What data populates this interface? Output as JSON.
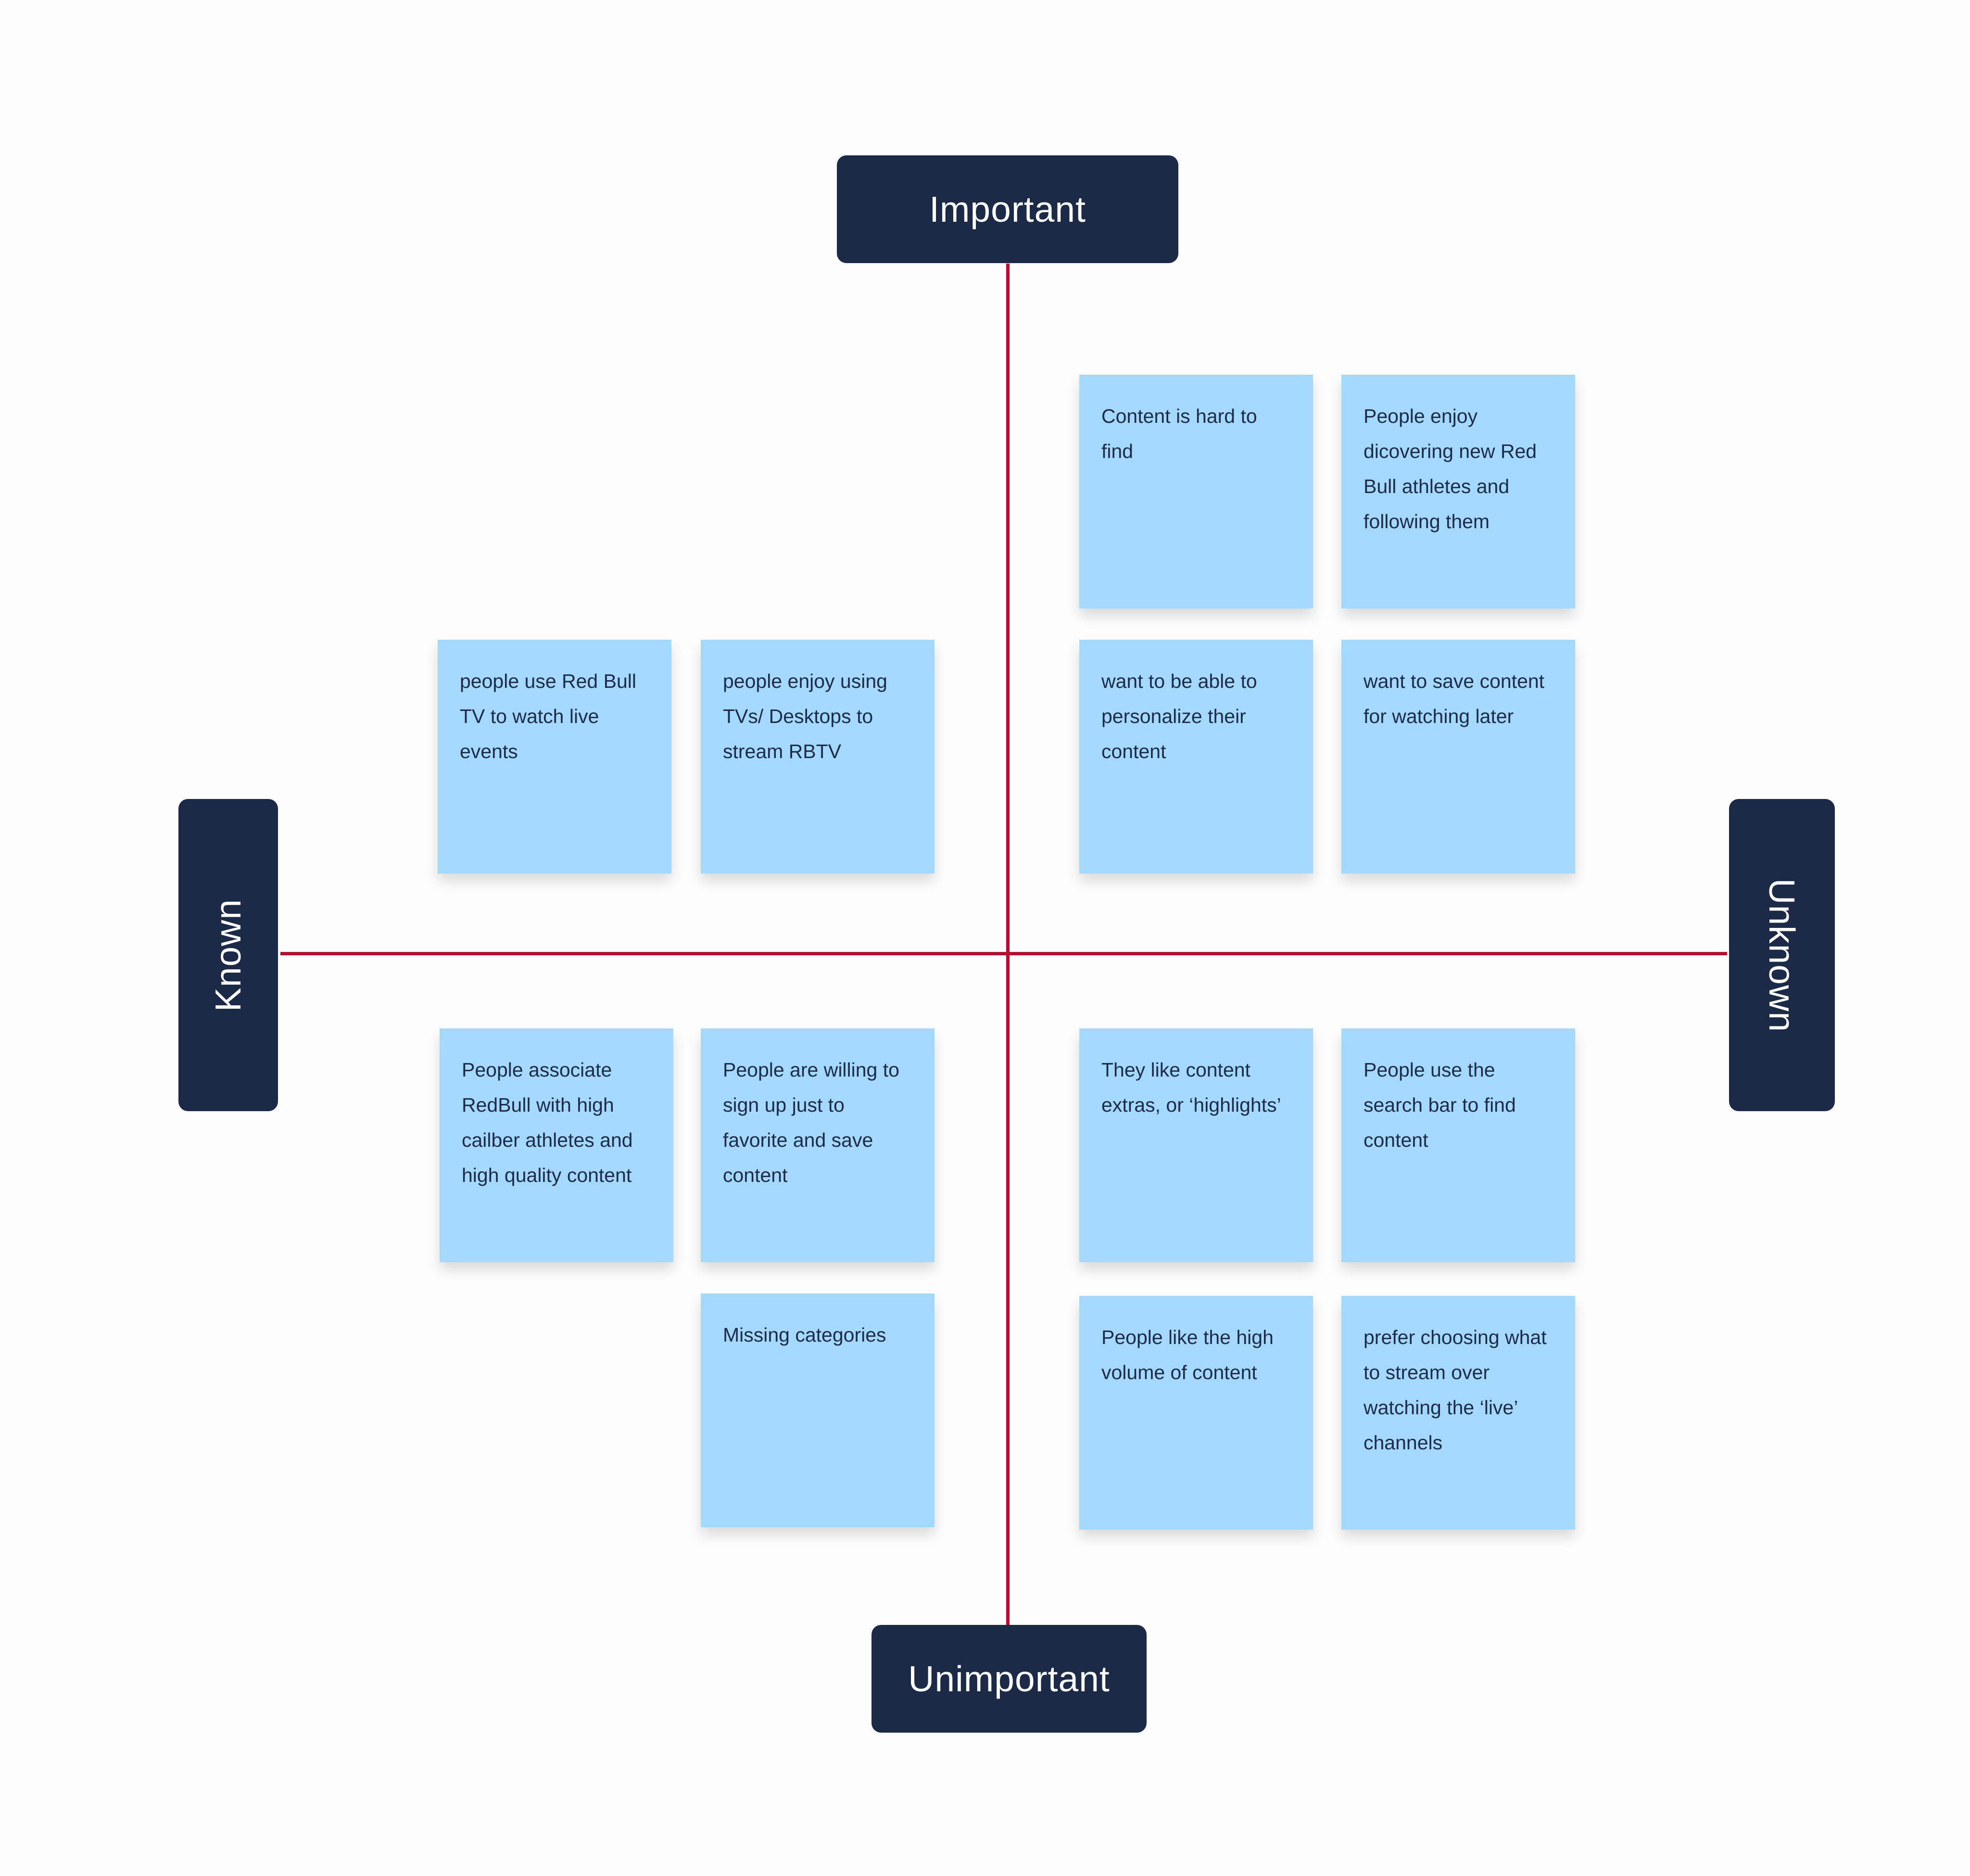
{
  "axis_labels": {
    "top": "Important",
    "bottom": "Unimportant",
    "left": "Known",
    "right": "Unknown"
  },
  "colors": {
    "background": "#fdfdfd",
    "axis_line": "#b01233",
    "label_bg": "#1c2a48",
    "label_text": "#ffffff",
    "note_bg": "#a5d8fd",
    "note_text": "#1d2b4a"
  },
  "quadrants": {
    "known_important": {
      "notes": [
        "people use Red Bull TV to watch live events",
        "people enjoy using TVs/ Desktops to stream RBTV"
      ]
    },
    "unknown_important": {
      "notes": [
        "Content is hard to find",
        "People enjoy dicovering new Red Bull athletes and following them",
        "want to be able to personalize their content",
        "want to save content for watching later"
      ]
    },
    "known_unimportant": {
      "notes": [
        "People associate RedBull with high cailber athletes and high quality content",
        "People are willing to sign up just to favorite and save content",
        "Missing categories"
      ]
    },
    "unknown_unimportant": {
      "notes": [
        "They like content extras, or ‘highlights’",
        "People use the search bar to find content",
        "People like the high volume of content",
        "prefer choosing what to stream over watching the ‘live’ channels"
      ]
    }
  }
}
